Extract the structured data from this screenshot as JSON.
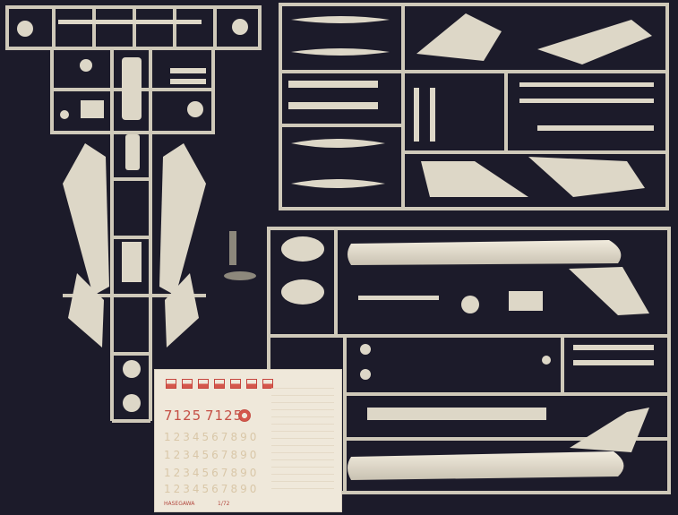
{
  "image": {
    "subject": "plastic model kit sprues with decal sheet",
    "background_color": "#1c1b2a",
    "plastic_color": "#d8d2c2"
  },
  "decal_sheet": {
    "serial_left": "7125",
    "serial_right": "7125",
    "digit_rows": [
      "1234567890",
      "1234567890",
      "1234567890",
      "1234567890"
    ],
    "manufacturer_text": "HASEGAWA",
    "scale_text": "1/72",
    "accent_color": "#c55046"
  }
}
